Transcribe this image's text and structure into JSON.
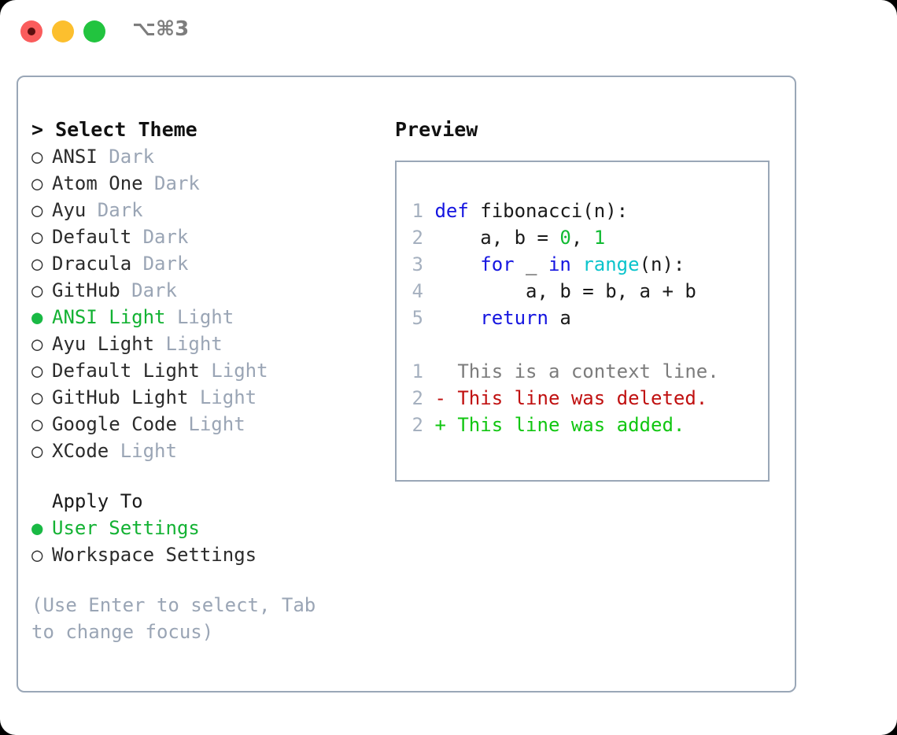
{
  "window": {
    "title": "⌥⌘3",
    "traffic_lights": [
      "close-red",
      "minimize-yellow",
      "maximize-green"
    ]
  },
  "theme_panel": {
    "heading": "> Select Theme",
    "marker_selected": "●",
    "marker_unselected": "○",
    "items": [
      {
        "name": "ANSI",
        "category": "Dark",
        "selected": false
      },
      {
        "name": "Atom One",
        "category": "Dark",
        "selected": false
      },
      {
        "name": "Ayu",
        "category": "Dark",
        "selected": false
      },
      {
        "name": "Default",
        "category": "Dark",
        "selected": false
      },
      {
        "name": "Dracula",
        "category": "Dark",
        "selected": false
      },
      {
        "name": "GitHub",
        "category": "Dark",
        "selected": false
      },
      {
        "name": "ANSI Light",
        "category": "Light",
        "selected": true
      },
      {
        "name": "Ayu Light",
        "category": "Light",
        "selected": false
      },
      {
        "name": "Default Light",
        "category": "Light",
        "selected": false
      },
      {
        "name": "GitHub Light",
        "category": "Light",
        "selected": false
      },
      {
        "name": "Google Code",
        "category": "Light",
        "selected": false
      },
      {
        "name": "XCode",
        "category": "Light",
        "selected": false
      }
    ]
  },
  "apply_to": {
    "heading": "Apply To",
    "items": [
      {
        "name": "User Settings",
        "selected": true
      },
      {
        "name": "Workspace Settings",
        "selected": false
      }
    ]
  },
  "hint": "(Use Enter to select, Tab to change focus)",
  "preview": {
    "heading": "Preview",
    "code_lines": [
      {
        "no": "1",
        "tokens": [
          {
            "t": "def",
            "c": "kw"
          },
          {
            "t": " fibonacci(n):",
            "c": "code-txt"
          }
        ]
      },
      {
        "no": "2",
        "tokens": [
          {
            "t": "    a, b = ",
            "c": "code-txt"
          },
          {
            "t": "0",
            "c": "num"
          },
          {
            "t": ", ",
            "c": "code-txt"
          },
          {
            "t": "1",
            "c": "num"
          }
        ]
      },
      {
        "no": "3",
        "tokens": [
          {
            "t": "    ",
            "c": "code-txt"
          },
          {
            "t": "for",
            "c": "kw"
          },
          {
            "t": " _ ",
            "c": "code-txt"
          },
          {
            "t": "in",
            "c": "kw"
          },
          {
            "t": " ",
            "c": "code-txt"
          },
          {
            "t": "range",
            "c": "fn"
          },
          {
            "t": "(n):",
            "c": "code-txt"
          }
        ]
      },
      {
        "no": "4",
        "tokens": [
          {
            "t": "        a, b = b, a + b",
            "c": "code-txt"
          }
        ]
      },
      {
        "no": "5",
        "tokens": [
          {
            "t": "    ",
            "c": "code-txt"
          },
          {
            "t": "return",
            "c": "kw"
          },
          {
            "t": " a",
            "c": "code-txt"
          }
        ]
      }
    ],
    "diff_lines": [
      {
        "no": "1",
        "text": "  This is a context line.",
        "cls": "diff-ctx"
      },
      {
        "no": "2",
        "text": "- This line was deleted.",
        "cls": "diff-del"
      },
      {
        "no": "2",
        "text": "+ This line was added.",
        "cls": "diff-add"
      }
    ]
  },
  "colors": {
    "accent_green": "#13b233",
    "border": "#9aa7b7",
    "muted": "#9aa5b5",
    "keyword_blue": "#1515e0",
    "function_cyan": "#0bc4cc",
    "number_green": "#11bb33",
    "diff_delete_red": "#c01010",
    "diff_add_green": "#11c611"
  }
}
